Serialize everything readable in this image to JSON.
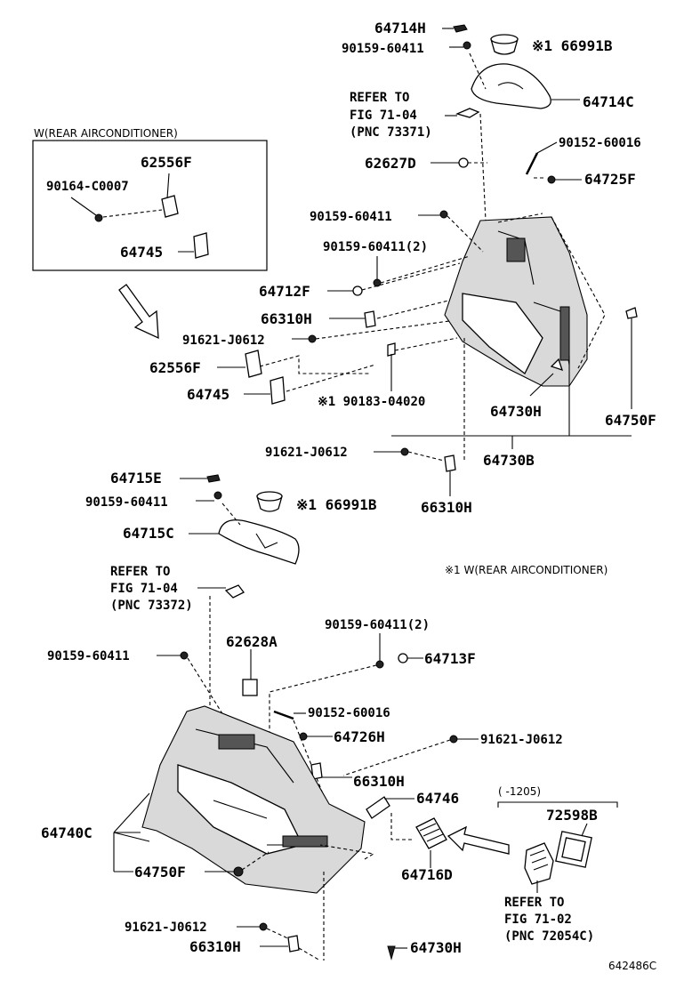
{
  "labels": {
    "p64714H": "64714H",
    "p90159_60411_top": "90159-60411",
    "p66991B_top": "※1 66991B",
    "refer_top_1": "REFER TO",
    "refer_top_2": "FIG 71-04",
    "refer_top_3": "(PNC 73371)",
    "p64714C": "64714C",
    "p90152_60016_top": "90152-60016",
    "p62627D": "62627D",
    "p64725F": "64725F",
    "inset_title": "W(REAR AIRCONDITIONER)",
    "inset_62556F": "62556F",
    "inset_90164": "90164-C0007",
    "inset_64745": "64745",
    "p90159_60411_b": "90159-60411",
    "p90159_60411_2": "90159-60411(2)",
    "p64712F": "64712F",
    "p66310H_a": "66310H",
    "p91621_J0612_a": "91621-J0612",
    "p62556F": "62556F",
    "p64745": "64745",
    "p90183": "※1 90183-04020",
    "p64730H_top": "64730H",
    "p64750F_top": "64750F",
    "p91621_J0612_b": "91621-J0612",
    "p64730B": "64730B",
    "p66310H_b": "66310H",
    "p64715E": "64715E",
    "p90159_60411_c": "90159-60411",
    "p66991B_mid": "※1 66991B",
    "p64715C": "64715C",
    "note_rear": "※1 W(REAR AIRCONDITIONER)",
    "refer_mid_1": "REFER TO",
    "refer_mid_2": "FIG 71-04",
    "refer_mid_3": "(PNC 73372)",
    "p90159_60411_2b": "90159-60411(2)",
    "p90159_60411_d": "90159-60411",
    "p62628A": "62628A",
    "p64713F": "64713F",
    "p90152_60016_b": "90152-60016",
    "p64726H": "64726H",
    "p91621_J0612_c": "91621-J0612",
    "p66310H_c": "66310H",
    "p64746": "64746",
    "p64740C": "64740C",
    "p64716D": "64716D",
    "range": "(    -1205)",
    "p72598B": "72598B",
    "p64750F_bot": "64750F",
    "refer_bot_1": "REFER TO",
    "refer_bot_2": "FIG 71-02",
    "refer_bot_3": "(PNC 72054C)",
    "p91621_J0612_d": "91621-J0612",
    "p66310H_d": "66310H",
    "p64730H_bot": "64730H",
    "diagram_id": "642486C"
  }
}
